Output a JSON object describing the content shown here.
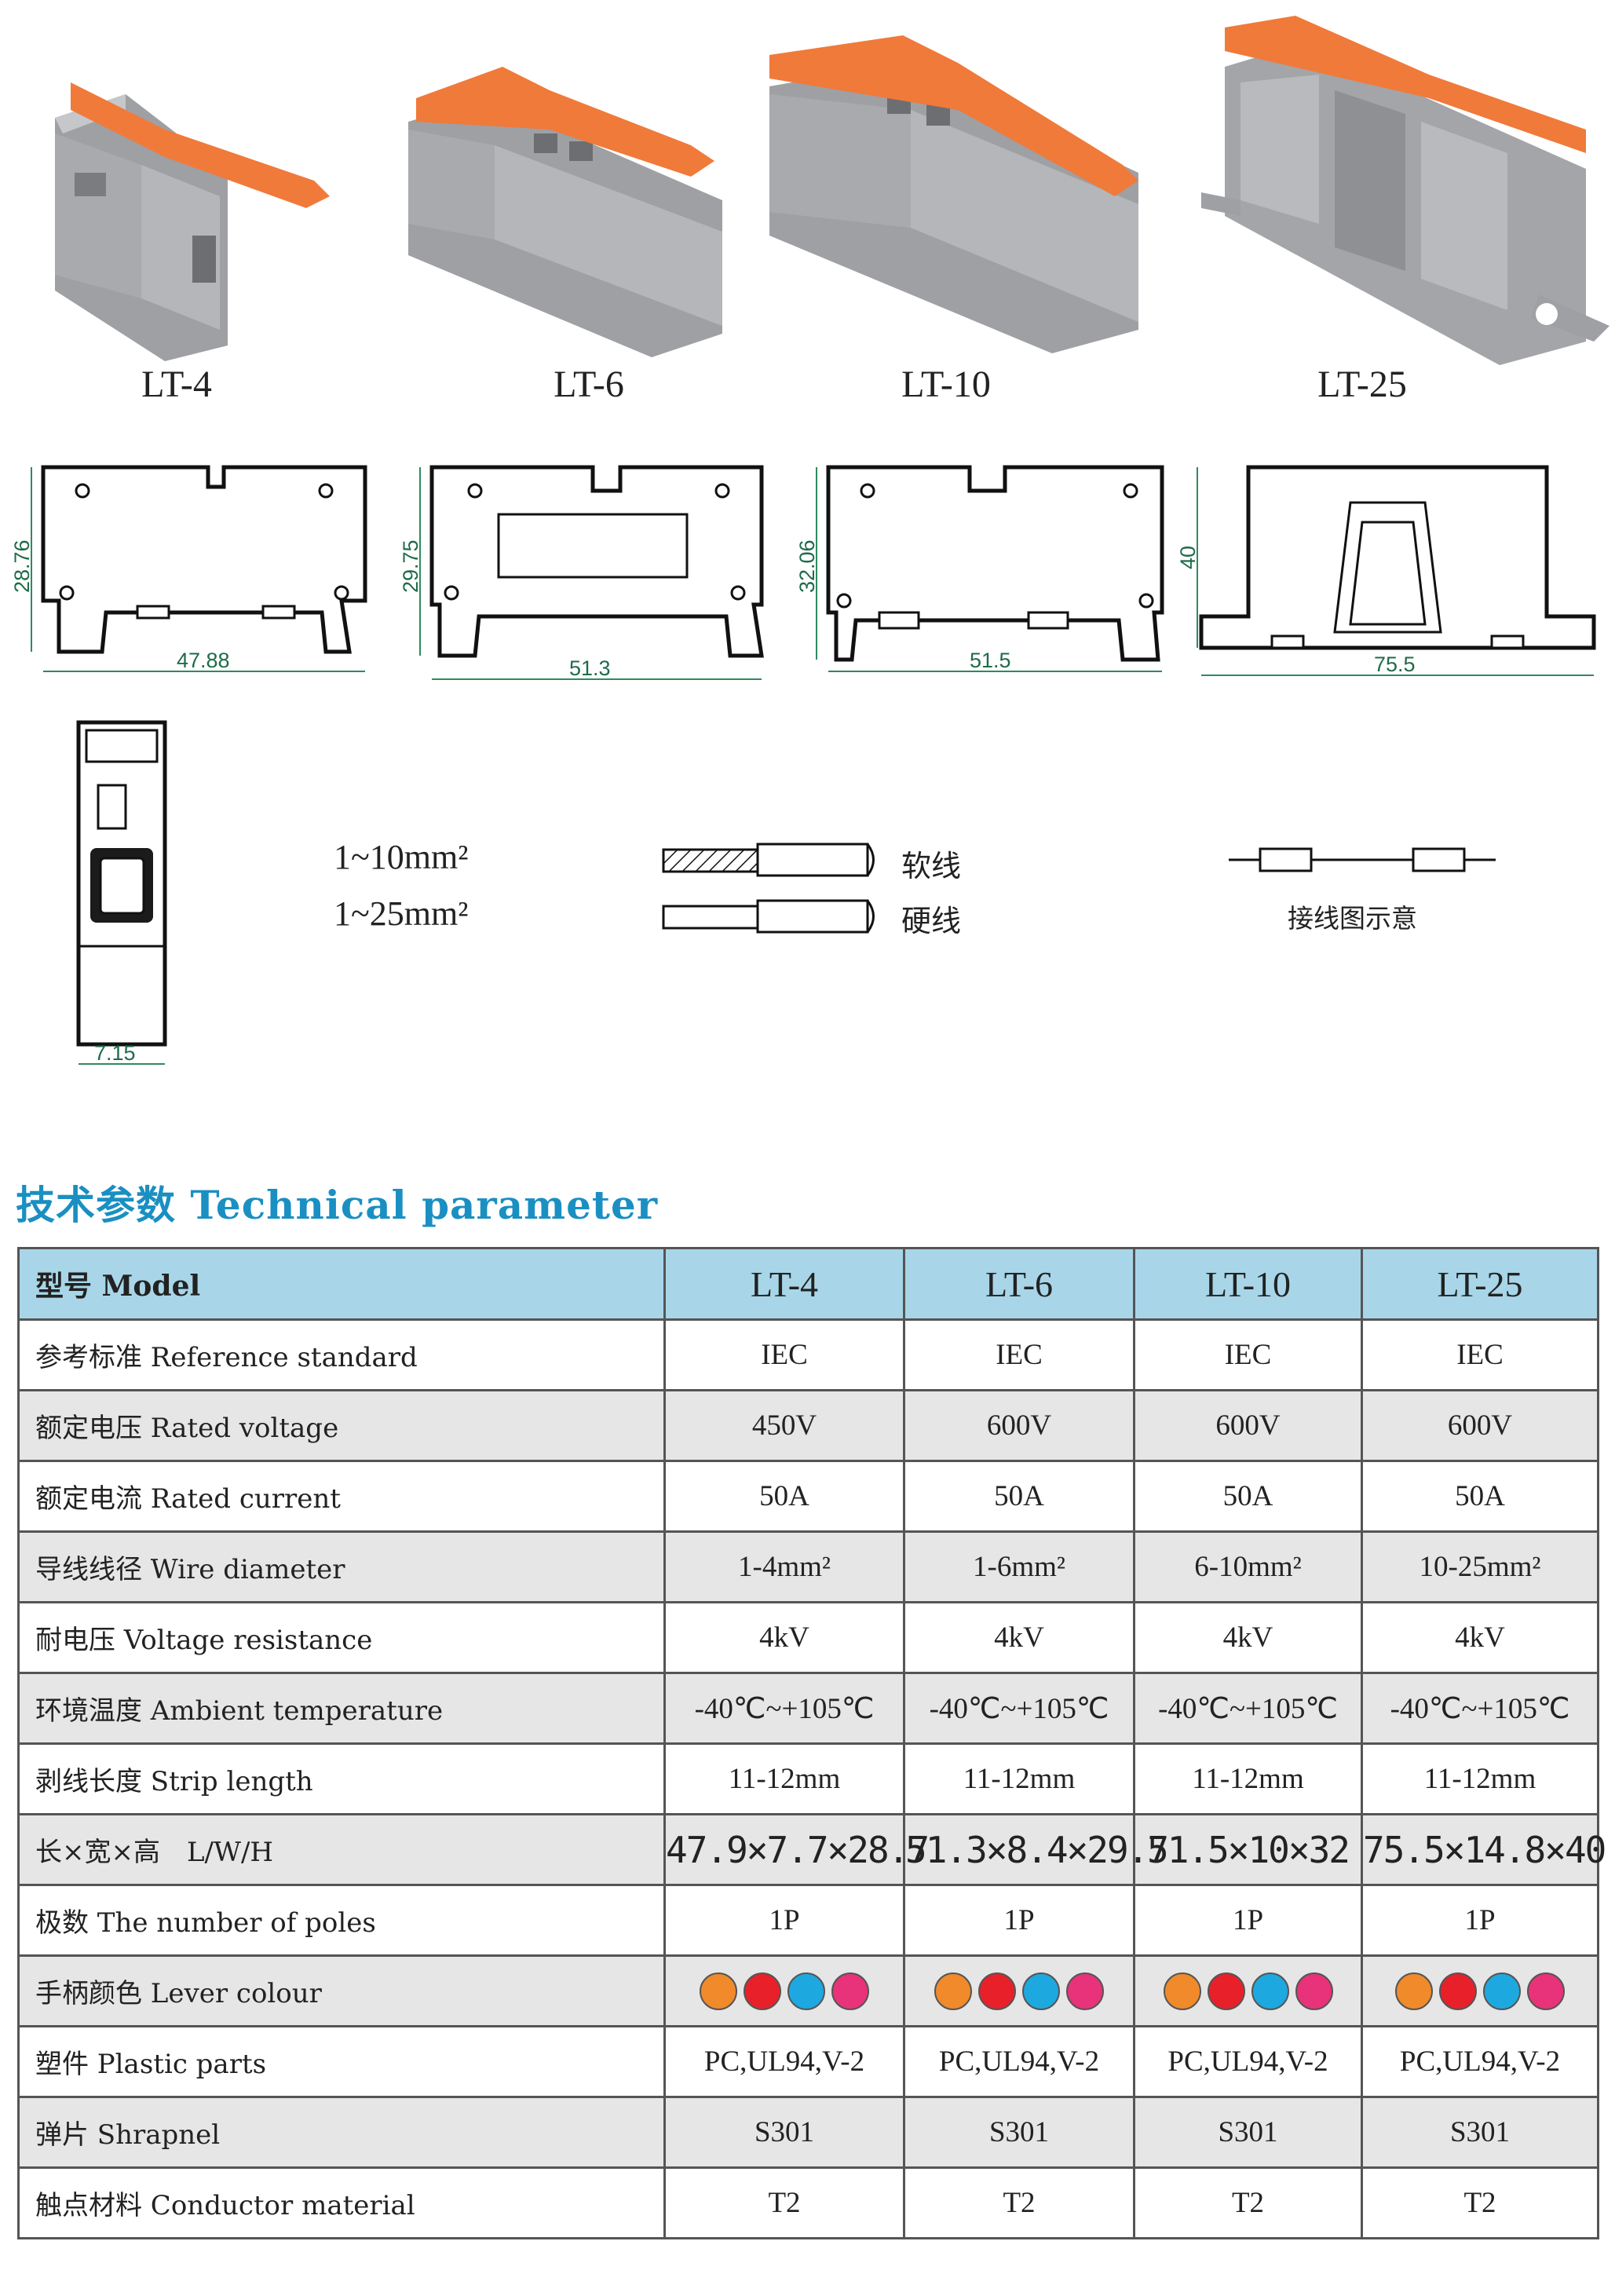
{
  "products": {
    "labels": [
      "LT-4",
      "LT-6",
      "LT-10",
      "LT-25"
    ]
  },
  "drawings": {
    "dims": {
      "lt4": {
        "h": "28.76",
        "w": "47.88"
      },
      "lt6": {
        "h": "29.75",
        "w": "51.3"
      },
      "lt10": {
        "h": "32.06",
        "w": "51.5"
      },
      "lt25": {
        "h": "40",
        "w": "75.5"
      },
      "side": "7.15"
    }
  },
  "wiring": {
    "soft_range": "1~10mm²",
    "hard_range": "1~25mm²",
    "soft_label": "软线",
    "hard_label": "硬线",
    "diagram_caption": "接线图示意"
  },
  "section": {
    "title": "技术参数 Technical parameter"
  },
  "colors": {
    "title": "#1a8fc2",
    "header_bg": "#a8d6e8",
    "lever_orange": "#f08a2a",
    "lever_red": "#e8202a",
    "lever_blue": "#1ea8e0",
    "lever_pink": "#e8327a"
  },
  "table": {
    "header": {
      "label": "型号 Model",
      "values": [
        "LT-4",
        "LT-6",
        "LT-10",
        "LT-25"
      ]
    },
    "rows": [
      {
        "label": "参考标准 Reference standard",
        "values": [
          "IEC",
          "IEC",
          "IEC",
          "IEC"
        ]
      },
      {
        "label": "额定电压 Rated voltage",
        "values": [
          "450V",
          "600V",
          "600V",
          "600V"
        ]
      },
      {
        "label": "额定电流 Rated current",
        "values": [
          "50A",
          "50A",
          "50A",
          "50A"
        ]
      },
      {
        "label": "导线线径 Wire diameter",
        "values": [
          "1-4mm²",
          "1-6mm²",
          "6-10mm²",
          "10-25mm²"
        ]
      },
      {
        "label": "耐电压 Voltage resistance",
        "values": [
          "4kV",
          "4kV",
          "4kV",
          "4kV"
        ]
      },
      {
        "label": "环境温度 Ambient temperature",
        "values": [
          "-40℃~+105℃",
          "-40℃~+105℃",
          "-40℃~+105℃",
          "-40℃~+105℃"
        ]
      },
      {
        "label": "剥线长度 Strip length",
        "values": [
          "11-12mm",
          "11-12mm",
          "11-12mm",
          "11-12mm"
        ]
      },
      {
        "label": "长×宽×高　L/W/H",
        "values": [
          "47.9×7.7×28.7",
          "51.3×8.4×29.7",
          "51.5×10×32",
          "75.5×14.8×40"
        ]
      },
      {
        "label": "极数 The number of poles",
        "values": [
          "1P",
          "1P",
          "1P",
          "1P"
        ]
      },
      {
        "label": "手柄颜色 Lever colour",
        "values": [
          "",
          "",
          "",
          ""
        ]
      },
      {
        "label": "塑件 Plastic parts",
        "values": [
          "PC,UL94,V-2",
          "PC,UL94,V-2",
          "PC,UL94,V-2",
          "PC,UL94,V-2"
        ]
      },
      {
        "label": "弹片 Shrapnel",
        "values": [
          "S301",
          "S301",
          "S301",
          "S301"
        ]
      },
      {
        "label": "触点材料 Conductor material",
        "values": [
          "T2",
          "T2",
          "T2",
          "T2"
        ]
      }
    ]
  }
}
